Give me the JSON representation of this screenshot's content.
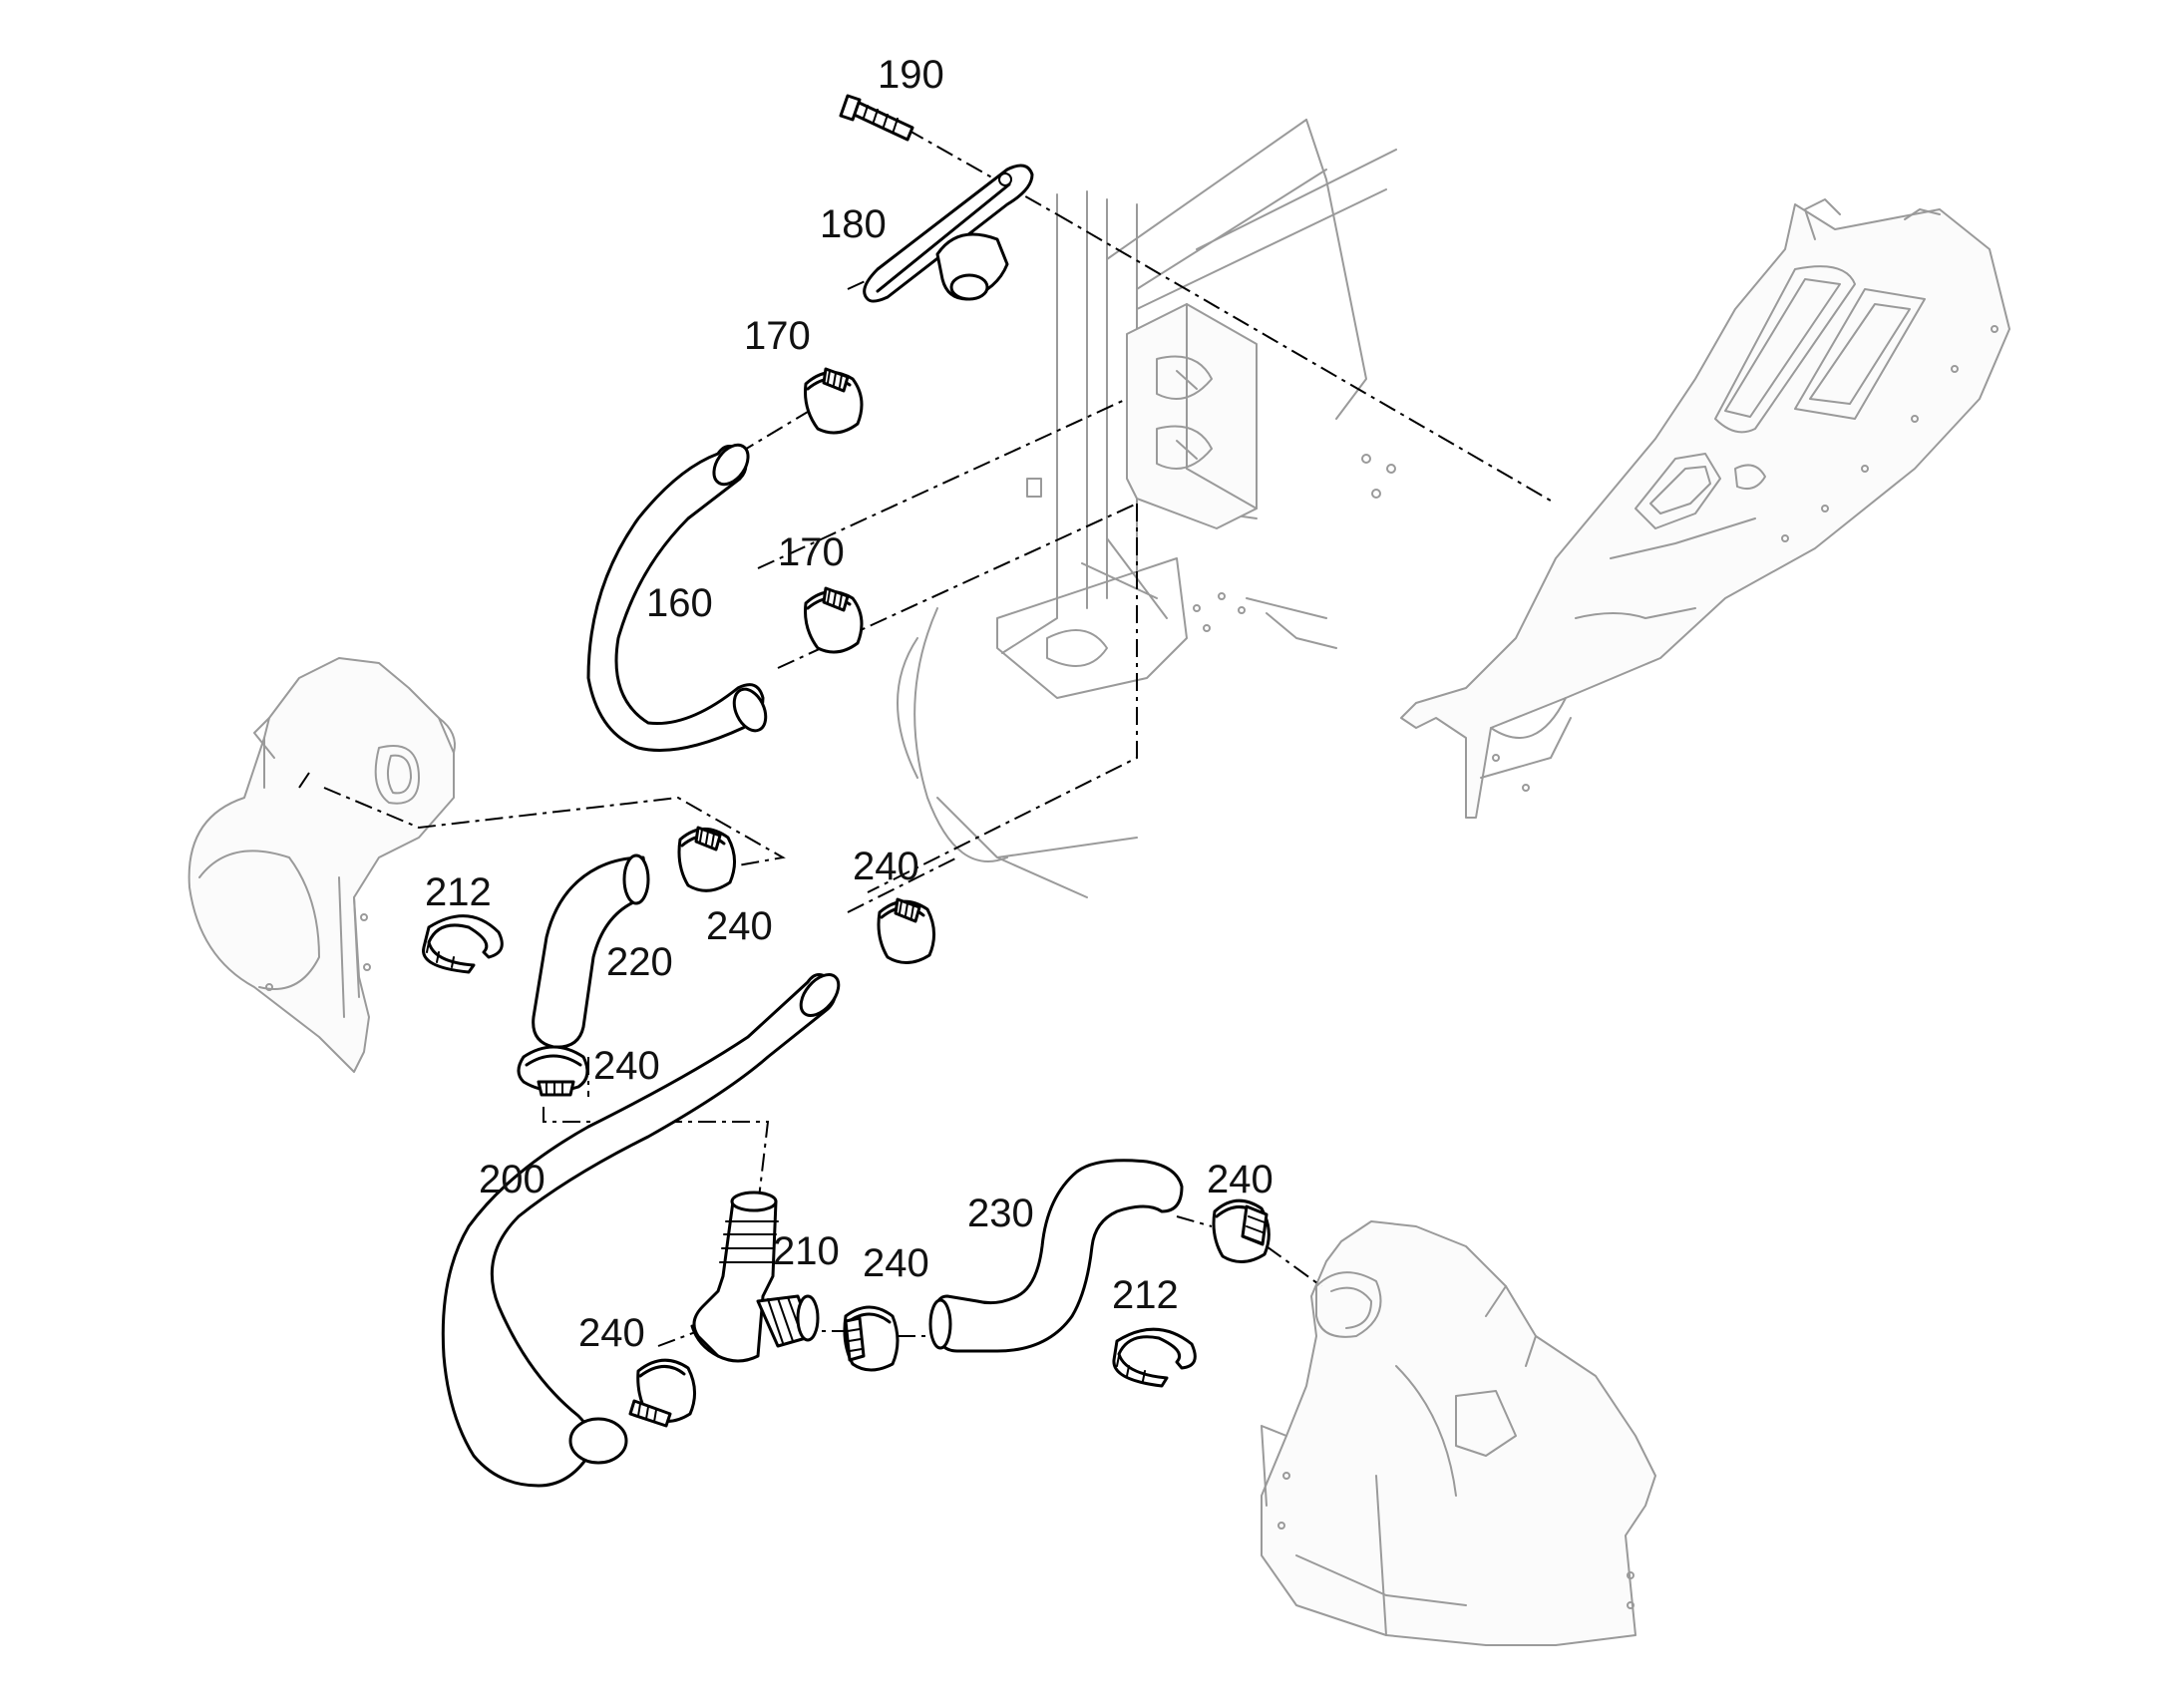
{
  "callouts": {
    "c190": "190",
    "c180": "180",
    "c170a": "170",
    "c170b": "170",
    "c160": "160",
    "c212a": "212",
    "c240a": "240",
    "c220": "220",
    "c240b": "240",
    "c240c": "240",
    "c200": "200",
    "c210": "210",
    "c240d": "240",
    "c240e": "240",
    "c230": "230",
    "c240f": "240",
    "c212b": "212"
  }
}
